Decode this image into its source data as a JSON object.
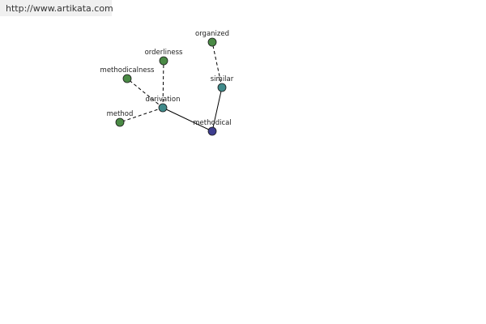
{
  "header": {
    "url": "http://www.artikata.com"
  },
  "graph": {
    "colors": {
      "center": "#3d3d8f",
      "related": "#3f8a8a",
      "leaf": "#4a8a45",
      "edge": "#000000"
    },
    "nodes": [
      {
        "id": "methodical",
        "label": "methodical",
        "kind": "center"
      },
      {
        "id": "similar",
        "label": "similar",
        "kind": "related"
      },
      {
        "id": "organized",
        "label": "organized",
        "kind": "leaf"
      },
      {
        "id": "derivation",
        "label": "derivation",
        "kind": "related"
      },
      {
        "id": "orderliness",
        "label": "orderliness",
        "kind": "leaf"
      },
      {
        "id": "methodicalness",
        "label": "methodicalness",
        "kind": "leaf"
      },
      {
        "id": "method",
        "label": "method",
        "kind": "leaf"
      }
    ],
    "edges": [
      {
        "from": "methodical",
        "to": "similar",
        "style": "solid"
      },
      {
        "from": "methodical",
        "to": "derivation",
        "style": "solid"
      },
      {
        "from": "similar",
        "to": "organized",
        "style": "dashed"
      },
      {
        "from": "derivation",
        "to": "orderliness",
        "style": "dashed"
      },
      {
        "from": "derivation",
        "to": "methodicalness",
        "style": "dashed"
      },
      {
        "from": "derivation",
        "to": "method",
        "style": "dashed"
      }
    ]
  }
}
